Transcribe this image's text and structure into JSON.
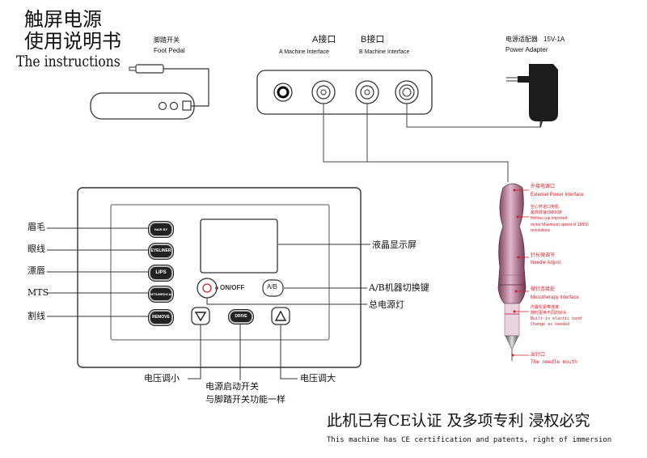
{
  "title": {
    "line1": "触屏电源",
    "line2": "使用说明书",
    "line3": "The instructions"
  },
  "foot_pedal": {
    "zh": "脚踏开关",
    "en": "Foot Pedal"
  },
  "interface_a": {
    "zh": "A接口",
    "en": "A Machine Interface"
  },
  "interface_b": {
    "zh": "B接口",
    "en": "B Machine Interface"
  },
  "power_adapter": {
    "zh": "电源适配器",
    "spec": "15V-1A",
    "en": "Power Adapter"
  },
  "pen_labels": [
    {
      "zh": "外接电源口",
      "en": "External Power Interface"
    },
    {
      "zh": "空心杯进口电机",
      "en": "最高转速18800转"
    },
    {
      "zh": "Hollow cup imported",
      "en": "motor Maximum speed of 18800 revolutions"
    },
    {
      "zh": "针长微调节",
      "en": "Needle Adjust"
    },
    {
      "zh": "微针连接处",
      "en": "Mesotherapy Interface"
    },
    {
      "zh": "内置松紧带连接",
      "en": "随时更换不同的针头"
    },
    {
      "zh": "Built-in elastic band",
      "en": "Change as needed"
    },
    {
      "zh": "出针口",
      "en": "The needle mouth"
    }
  ],
  "mode_labels": [
    "眉毛",
    "眼线",
    "漂唇",
    "MTS",
    "割线"
  ],
  "mode_buttons": [
    "HAIR BY HAIR",
    "EYELINER",
    "LIPS",
    "MTS/MEDICAL",
    "REMOVE"
  ],
  "panel": {
    "onoff": "ON/OFF",
    "ab": "A/B",
    "drive": "DRIVE",
    "lcd_label": "液晶显示屏",
    "ab_label": "A/B机器切换键",
    "power_light_label": "总电源灯",
    "voltage_down": "电压调小",
    "start_line1": "电源启动开关",
    "start_line2": "与脚踏开关功能一样",
    "voltage_up": "电压调大"
  },
  "footer": {
    "zh": "此机已有CE认证 及多项专利 浸权必究",
    "en": "This machine has CE certification and patents, right of immersion"
  },
  "colors": {
    "accent_red": "#d21f2b",
    "pen_body": "#b0708c",
    "panel_border": "#333333"
  }
}
